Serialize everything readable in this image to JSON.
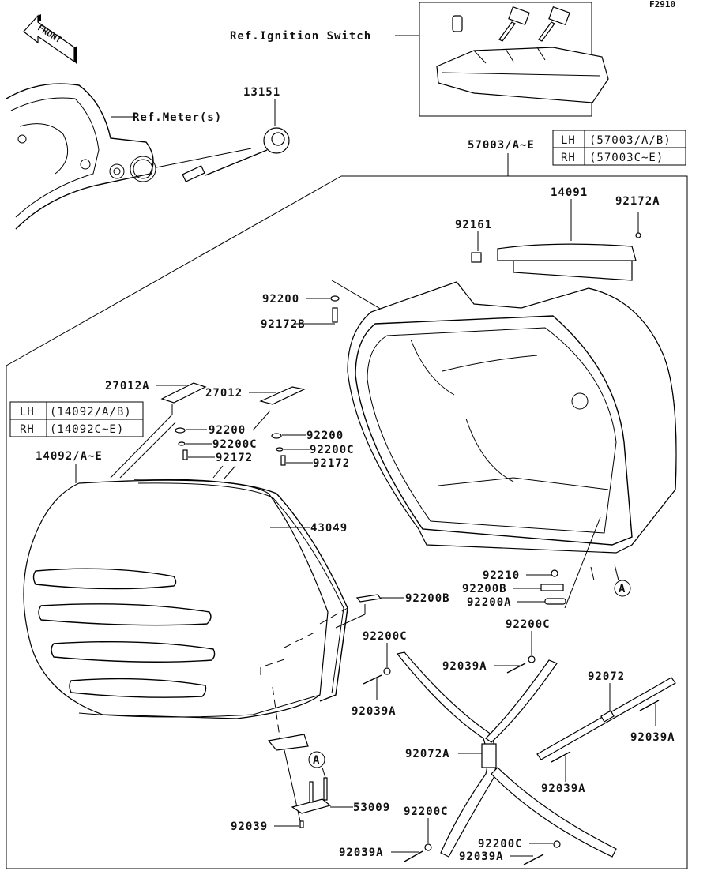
{
  "diagram": {
    "figure_id": "F2910",
    "front_indicator": "FRONT",
    "references": {
      "ignition_switch": "Ref.Ignition Switch",
      "meters": "Ref.Meter(s)"
    },
    "case_assembly_table": {
      "label": "57003/A~E",
      "rows": [
        {
          "side": "LH",
          "value": "(57003/A/B)"
        },
        {
          "side": "RH",
          "value": "(57003C~E)"
        }
      ]
    },
    "lid_table": {
      "label": "14092/A~E",
      "rows": [
        {
          "side": "LH",
          "value": "(14092/A/B)"
        },
        {
          "side": "RH",
          "value": "(14092C~E)"
        }
      ]
    },
    "callouts": {
      "p13151": "13151",
      "p14091": "14091",
      "p92172A": "92172A",
      "p92161": "92161",
      "p92200_top": "92200",
      "p92172B": "92172B",
      "p27012A": "27012A",
      "p27012": "27012",
      "p92200_l": "92200",
      "p92200C_l": "92200C",
      "p92172_l": "92172",
      "p92200_r": "92200",
      "p92200C_r": "92200C",
      "p92172_r": "92172",
      "p43049": "43049",
      "p92210": "92210",
      "p92200B_r": "92200B",
      "p92200A": "92200A",
      "p92200B_l": "92200B",
      "p92200C_a": "92200C",
      "p92039A_a": "92039A",
      "p92200C_b": "92200C",
      "p92039A_b": "92039A",
      "p92072": "92072",
      "p92039A_c": "92039A",
      "p92072A": "92072A",
      "p92039A_d": "92039A",
      "p53009": "53009",
      "p92039": "92039",
      "p92200C_c": "92200C",
      "p92039A_e": "92039A",
      "p92200C_d": "92200C",
      "p92039A_f": "92039A"
    },
    "markers": {
      "a1": "A",
      "a2": "A"
    }
  }
}
